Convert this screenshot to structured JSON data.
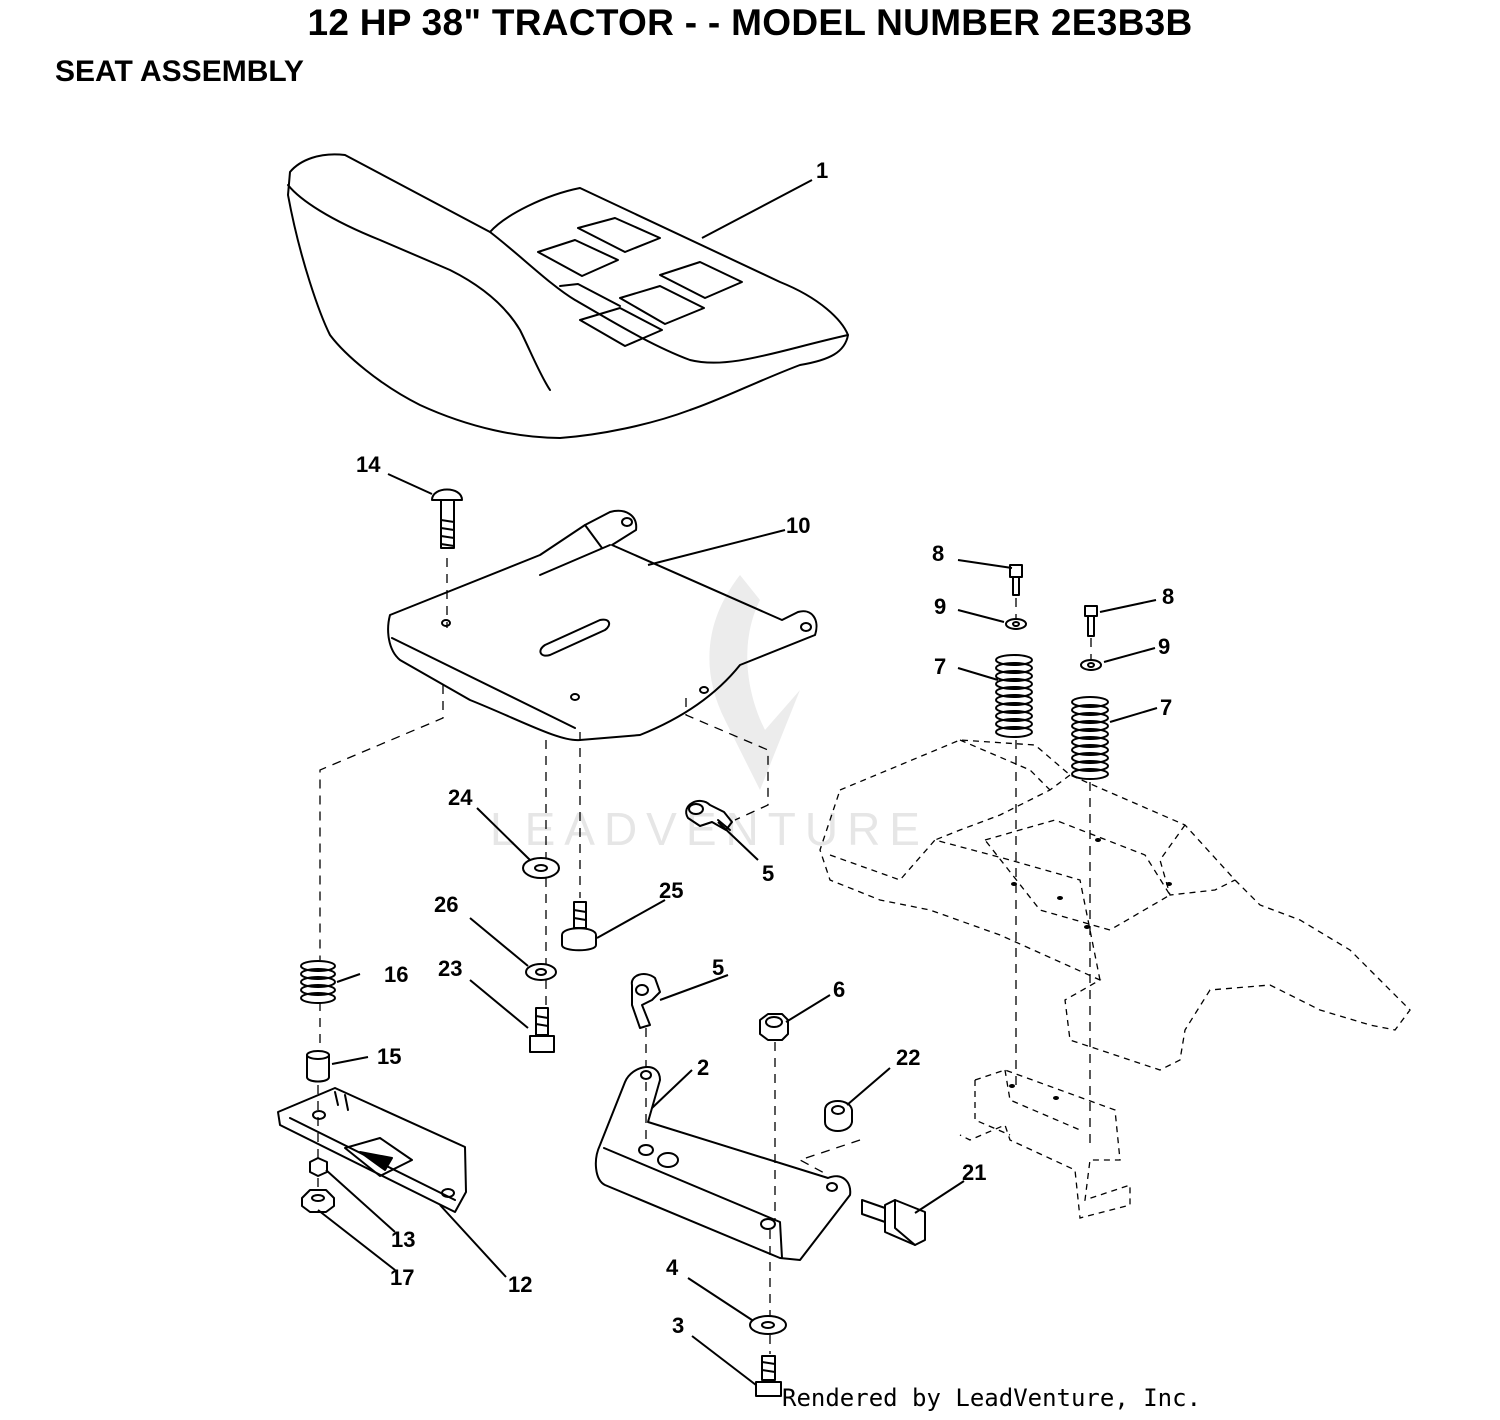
{
  "header": {
    "title": "12 HP 38\" TRACTOR - - MODEL NUMBER 2E3B3B",
    "subtitle": "SEAT ASSEMBLY"
  },
  "footer": {
    "credit": "Rendered by LeadVenture, Inc."
  },
  "watermark": {
    "text": "LEADVENTURE"
  },
  "colors": {
    "ink": "#000000",
    "watermark": "#e6e6e6"
  },
  "callouts": [
    {
      "id": "c1",
      "label": "1"
    },
    {
      "id": "c2",
      "label": "2"
    },
    {
      "id": "c3",
      "label": "3"
    },
    {
      "id": "c4",
      "label": "4"
    },
    {
      "id": "c5a",
      "label": "5"
    },
    {
      "id": "c5b",
      "label": "5"
    },
    {
      "id": "c6",
      "label": "6"
    },
    {
      "id": "c7a",
      "label": "7"
    },
    {
      "id": "c7b",
      "label": "7"
    },
    {
      "id": "c8a",
      "label": "8"
    },
    {
      "id": "c8b",
      "label": "8"
    },
    {
      "id": "c9a",
      "label": "9"
    },
    {
      "id": "c9b",
      "label": "9"
    },
    {
      "id": "c10",
      "label": "10"
    },
    {
      "id": "c12",
      "label": "12"
    },
    {
      "id": "c13",
      "label": "13"
    },
    {
      "id": "c14",
      "label": "14"
    },
    {
      "id": "c15",
      "label": "15"
    },
    {
      "id": "c16",
      "label": "16"
    },
    {
      "id": "c17",
      "label": "17"
    },
    {
      "id": "c21",
      "label": "21"
    },
    {
      "id": "c22",
      "label": "22"
    },
    {
      "id": "c23",
      "label": "23"
    },
    {
      "id": "c24",
      "label": "24"
    },
    {
      "id": "c25",
      "label": "25"
    },
    {
      "id": "c26",
      "label": "26"
    }
  ]
}
